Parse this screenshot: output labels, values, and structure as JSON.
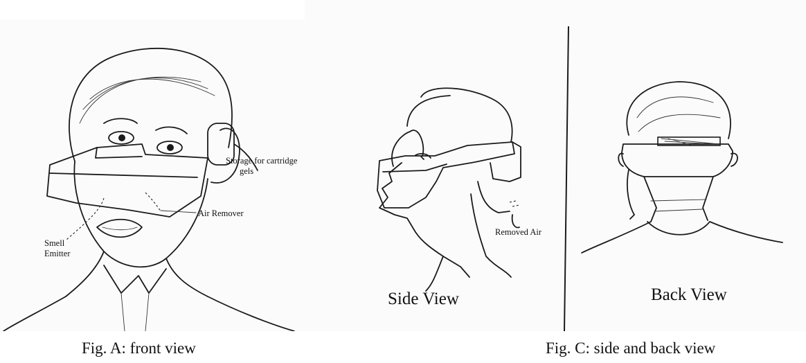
{
  "front_panel": {
    "annotations": {
      "storage_line1": "Storage for cartridge",
      "storage_line2": "gels",
      "air_remover": "Air Remover",
      "smell_line1": "Smell",
      "smell_line2": "Emitter"
    },
    "caption": "Fig. A: front view"
  },
  "side_back_panel": {
    "side_label": "Side View",
    "back_label": "Back View",
    "removed_air": "Removed Air",
    "caption": "Fig. C: side and back view"
  }
}
